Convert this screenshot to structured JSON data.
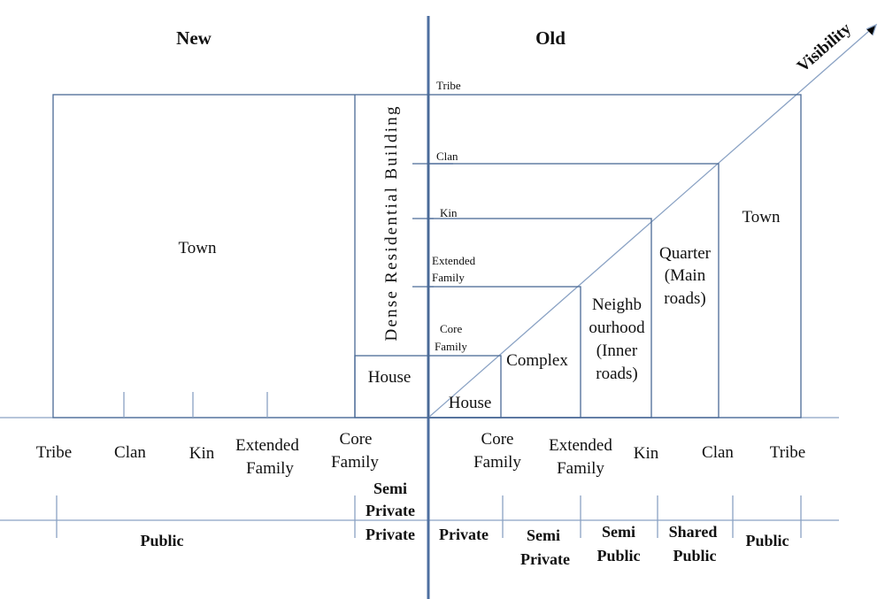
{
  "headers": {
    "new": "New",
    "old": "Old"
  },
  "visibility": "Visibility",
  "top_labels": {
    "tribe": "Tribe",
    "clan": "Clan",
    "kin": "Kin",
    "extended_1": "Extended",
    "extended_2": "Family",
    "core_1": "Core",
    "core_2": "Family"
  },
  "dense_building": "Dense Residential Building",
  "new_side": {
    "town": "Town",
    "house": "House"
  },
  "old_side": {
    "town": "Town",
    "quarter": [
      "Quarter",
      "(Main",
      "roads)"
    ],
    "neighbourhood": [
      "Neighb",
      "ourhood",
      "(Inner",
      "roads)"
    ],
    "complex": "Complex",
    "house": "House"
  },
  "bottom_new": {
    "tribe": "Tribe",
    "clan": "Clan",
    "kin": "Kin",
    "extended": [
      "Extended",
      "Family"
    ],
    "core": [
      "Core",
      "Family"
    ]
  },
  "bottom_old": {
    "core": [
      "Core",
      "Family"
    ],
    "extended": [
      "Extended",
      "Family"
    ],
    "kin": "Kin",
    "clan": "Clan",
    "tribe": "Tribe"
  },
  "privacy_new": {
    "public": "Public",
    "semi_private": [
      "Semi",
      "Private"
    ],
    "private": "Private"
  },
  "privacy_old": {
    "private": "Private",
    "semi_private": [
      "Semi",
      "Private"
    ],
    "semi_public": [
      "Semi",
      "Public"
    ],
    "shared_public": [
      "Shared",
      "Public"
    ],
    "public": "Public"
  }
}
